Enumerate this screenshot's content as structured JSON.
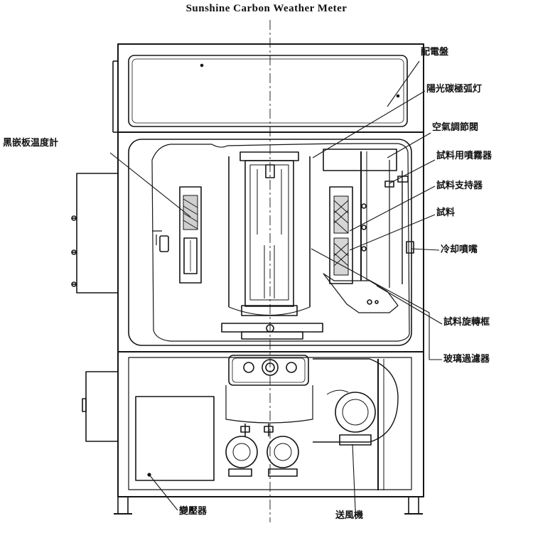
{
  "title": "Sunshine Carbon Weather Meter",
  "labels": {
    "power_panel": "配電盤",
    "carbon_arc_lamp": "陽光碳極弧灯",
    "air_control_valve": "空氣調節閥",
    "specimen_sprayer": "試料用噴霧器",
    "specimen_holder": "試料支持器",
    "specimen": "試料",
    "cooling_nozzle": "冷却噴嘴",
    "black_panel_thermometer": "黑嵌板温度計",
    "rotating_specimen_frame": "試料旋轉框",
    "glass_filter": "玻璃過濾器",
    "transformer": "變壓器",
    "blower": "送風機"
  }
}
